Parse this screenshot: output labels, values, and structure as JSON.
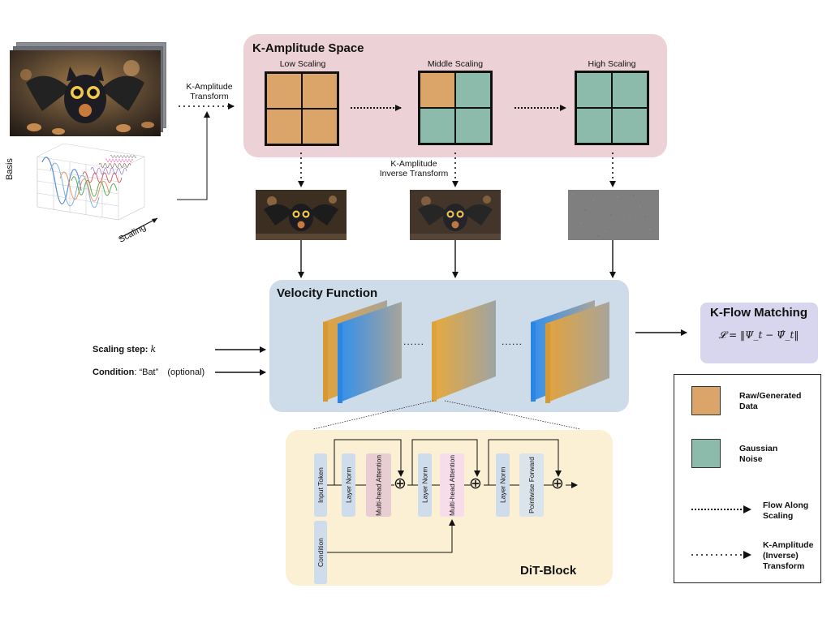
{
  "kamp_space": {
    "title": "K-Amplitude Space",
    "low": "Low Scaling",
    "middle": "Middle Scaling",
    "high": "High Scaling"
  },
  "transform_label": [
    "K-Amplitude",
    "Transform"
  ],
  "inverse_label": [
    "K-Amplitude",
    "Inverse Transform"
  ],
  "basis_plot": {
    "ylabel": "Basis",
    "xlabel": "Scaling"
  },
  "velocity": {
    "title": "Velocity Function",
    "ellipsis": "......"
  },
  "inputs": {
    "scaling_step_label": "Scaling step:",
    "scaling_step_var": "k",
    "condition_label": "Condition",
    "condition_value": ": “Bat”",
    "condition_optional": "(optional)"
  },
  "kflow": {
    "title": "K-Flow Matching",
    "formula": "𝓛 = ‖Ψ_t − Ψ̂_t‖"
  },
  "dit": {
    "title": "DiT-Block",
    "input_token": "Input Token",
    "condition": "Condition",
    "layer_norm": "Layer Norm",
    "mha": "Multi-head Attention",
    "pointwise": "Pointwise Forward",
    "plus": "⊕"
  },
  "legend": {
    "raw": "Raw/Generated Data",
    "noise": "Gaussian Noise",
    "flow": "Flow Along Scaling",
    "transform": "K-Amplitude (Inverse) Transform",
    "colors": {
      "raw": "#dba56a",
      "noise": "#8cbaab"
    }
  }
}
